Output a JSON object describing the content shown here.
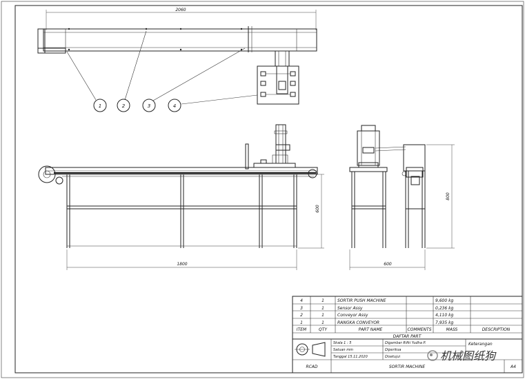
{
  "dimensions": {
    "top_length": "2060",
    "front_length": "1800",
    "front_height": "600",
    "side_width": "600",
    "side_height": "800"
  },
  "balloons": [
    "1",
    "2",
    "3",
    "4"
  ],
  "parts_list": {
    "rows": [
      {
        "item": "4",
        "qty": "1",
        "name": "SORTIR PUSH MACHINE",
        "comments": "",
        "mass": "9,600 kg",
        "description": ""
      },
      {
        "item": "3",
        "qty": "1",
        "name": "Sensor Assy",
        "comments": "",
        "mass": "0,236 kg",
        "description": ""
      },
      {
        "item": "2",
        "qty": "1",
        "name": "Conveyor Assy",
        "comments": "",
        "mass": "4,110 kg",
        "description": ""
      },
      {
        "item": "1",
        "qty": "1",
        "name": "RANGKA CONVEYOR",
        "comments": "",
        "mass": "7,935 kg",
        "description": ""
      }
    ],
    "headers": {
      "item": "ITEM",
      "qty": "QTY",
      "name": "PART NAME",
      "comments": "COMMENTS",
      "mass": "MASS",
      "description": "DESCRIPTION"
    },
    "title": "DAFTAR PART"
  },
  "title_block": {
    "skala": "Skala  1 : 5",
    "satuan": "Satuan  mm",
    "tanggal": "Tanggal  15.11.2020",
    "digambar": "Digambar  Rifki Yudha P.",
    "diperiksa": "Diperiksa",
    "disetujui": "Disetujui",
    "keterangan": "Keterangan",
    "company": "RCAD",
    "drawing_title": "SORTIR MACHINE",
    "sheet_size": "A4"
  },
  "watermark": "机械图纸狗"
}
